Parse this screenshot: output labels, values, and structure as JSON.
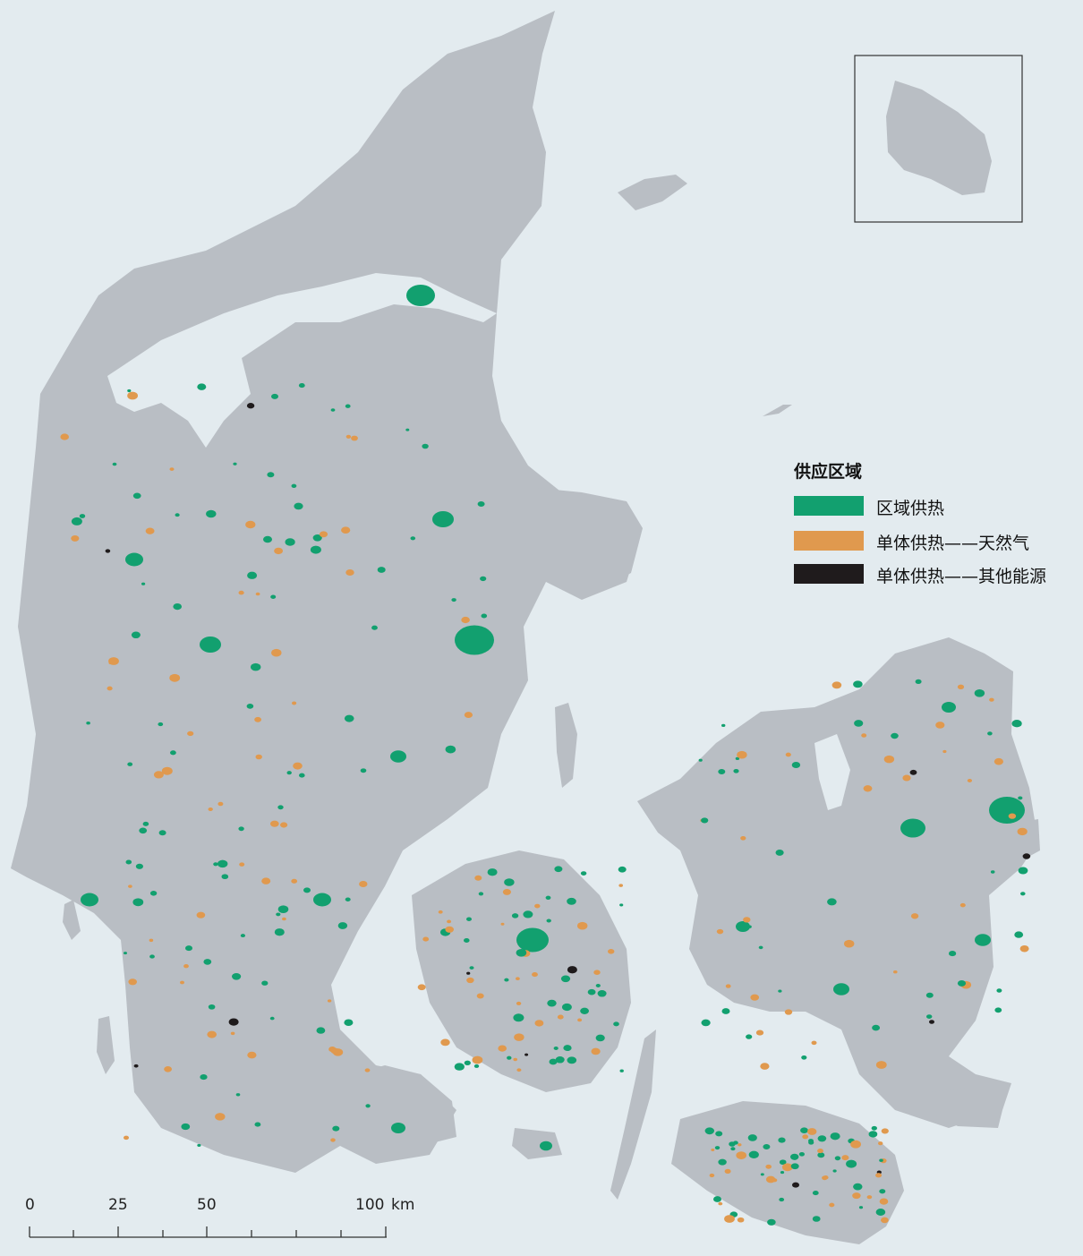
{
  "legend": {
    "title": "供应区域",
    "items": [
      {
        "label": "区域供热",
        "color": "#12a06f"
      },
      {
        "label": "单体供热——天然气",
        "color": "#e0994e"
      },
      {
        "label": "单体供热——其他能源",
        "color": "#1f1b1c"
      }
    ]
  },
  "scale_bar": {
    "labels": [
      "0",
      "25",
      "50",
      "100"
    ],
    "unit": "km"
  },
  "colors": {
    "land": "#b9bec4",
    "water": "#e3ebef",
    "district_heating": "#12a06f",
    "gas": "#e0994e",
    "other": "#1f1b1c"
  }
}
